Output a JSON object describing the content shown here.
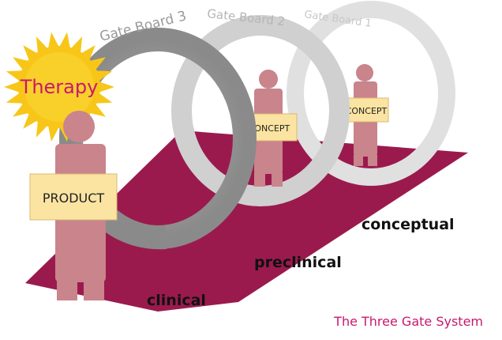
{
  "title": "The Three Gate System",
  "gate_labels": [
    "Gate Board 3",
    "Gate Board 2",
    "Gate Board 1"
  ],
  "stage_labels": [
    "clinical",
    "preclinical",
    "conceptual"
  ],
  "sun_label": "Therapy",
  "signs": {
    "front": "PRODUCT",
    "middle": "CONCEPT",
    "back": "CONCEPT"
  },
  "colors": {
    "path": "#9b1a4e",
    "figure": "#c9848c",
    "sign": "#fbe4a2",
    "sun": "#f7c619",
    "ring_dark": "#8e8e8e",
    "ring_light": "#d4d4d4",
    "accent": "#c8186e"
  }
}
